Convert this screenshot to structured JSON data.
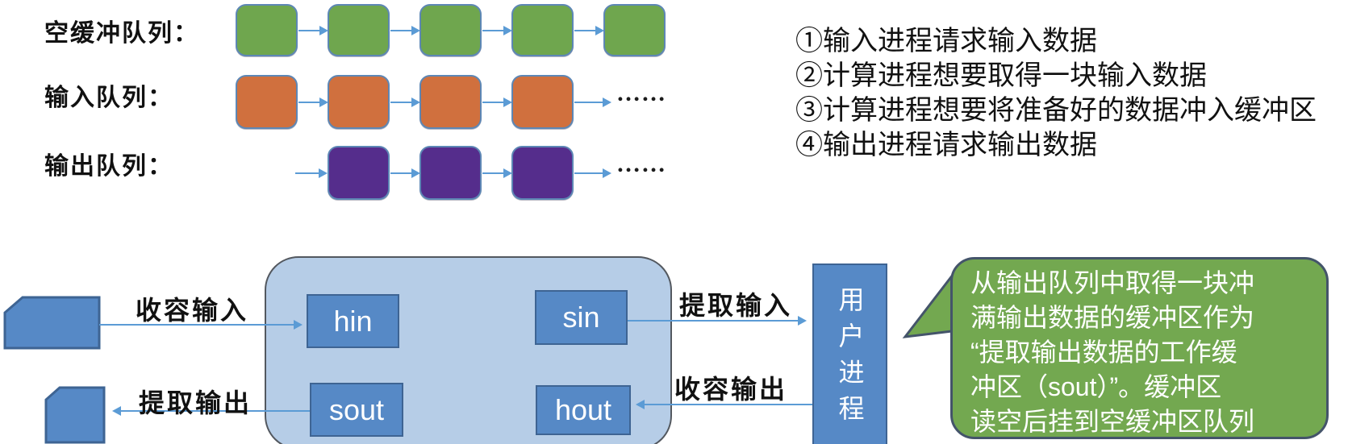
{
  "colors": {
    "bg": "#ffffff",
    "queue-green": "#6fa64e",
    "queue-orange": "#d0703e",
    "queue-purple": "#552d8c",
    "queue-border": "#5d87b5",
    "arrow-blue": "#5b9bd5",
    "container-fill": "#b6cde7",
    "container-border": "#53585f",
    "box-blue": "#5689c6",
    "box-border": "#3e6493",
    "bubble-green": "#73a850",
    "bubble-border": "#44546a",
    "text-dark": "#111111",
    "text-white": "#ffffff"
  },
  "queues": [
    {
      "name": "empty-buffer",
      "label": "空缓冲队列：",
      "color_key": "queue-green",
      "count": 5,
      "start_index": 0,
      "leading_arrow": false,
      "trailing_dots": ""
    },
    {
      "name": "input",
      "label": "输入队列：",
      "color_key": "queue-orange",
      "count": 4,
      "start_index": 0,
      "leading_arrow": false,
      "trailing_dots": "……"
    },
    {
      "name": "output",
      "label": "输出队列：",
      "color_key": "queue-purple",
      "count": 3,
      "start_index": 1,
      "leading_arrow": true,
      "trailing_dots": "……"
    }
  ],
  "notes": {
    "items": [
      "①输入进程请求输入数据",
      "②计算进程想要取得一块输入数据",
      "③计算进程想要将准备好的数据冲入缓冲区",
      "④输出进程请求输出数据"
    ]
  },
  "diagram": {
    "buffers": {
      "hin": "hin",
      "sin": "sin",
      "sout": "sout",
      "hout": "hout"
    },
    "arrows": {
      "store_input": "收容输入",
      "fetch_input": "提取输入",
      "fetch_output": "提取输出",
      "store_output": "收容输出"
    },
    "user_process": "用户进程"
  },
  "bubble": {
    "text": "从输出队列中取得一块冲\n满输出数据的缓冲区作为\n“提取输出数据的工作缓\n冲区（sout）”。缓冲区\n读空后挂到空缓冲区队列"
  }
}
